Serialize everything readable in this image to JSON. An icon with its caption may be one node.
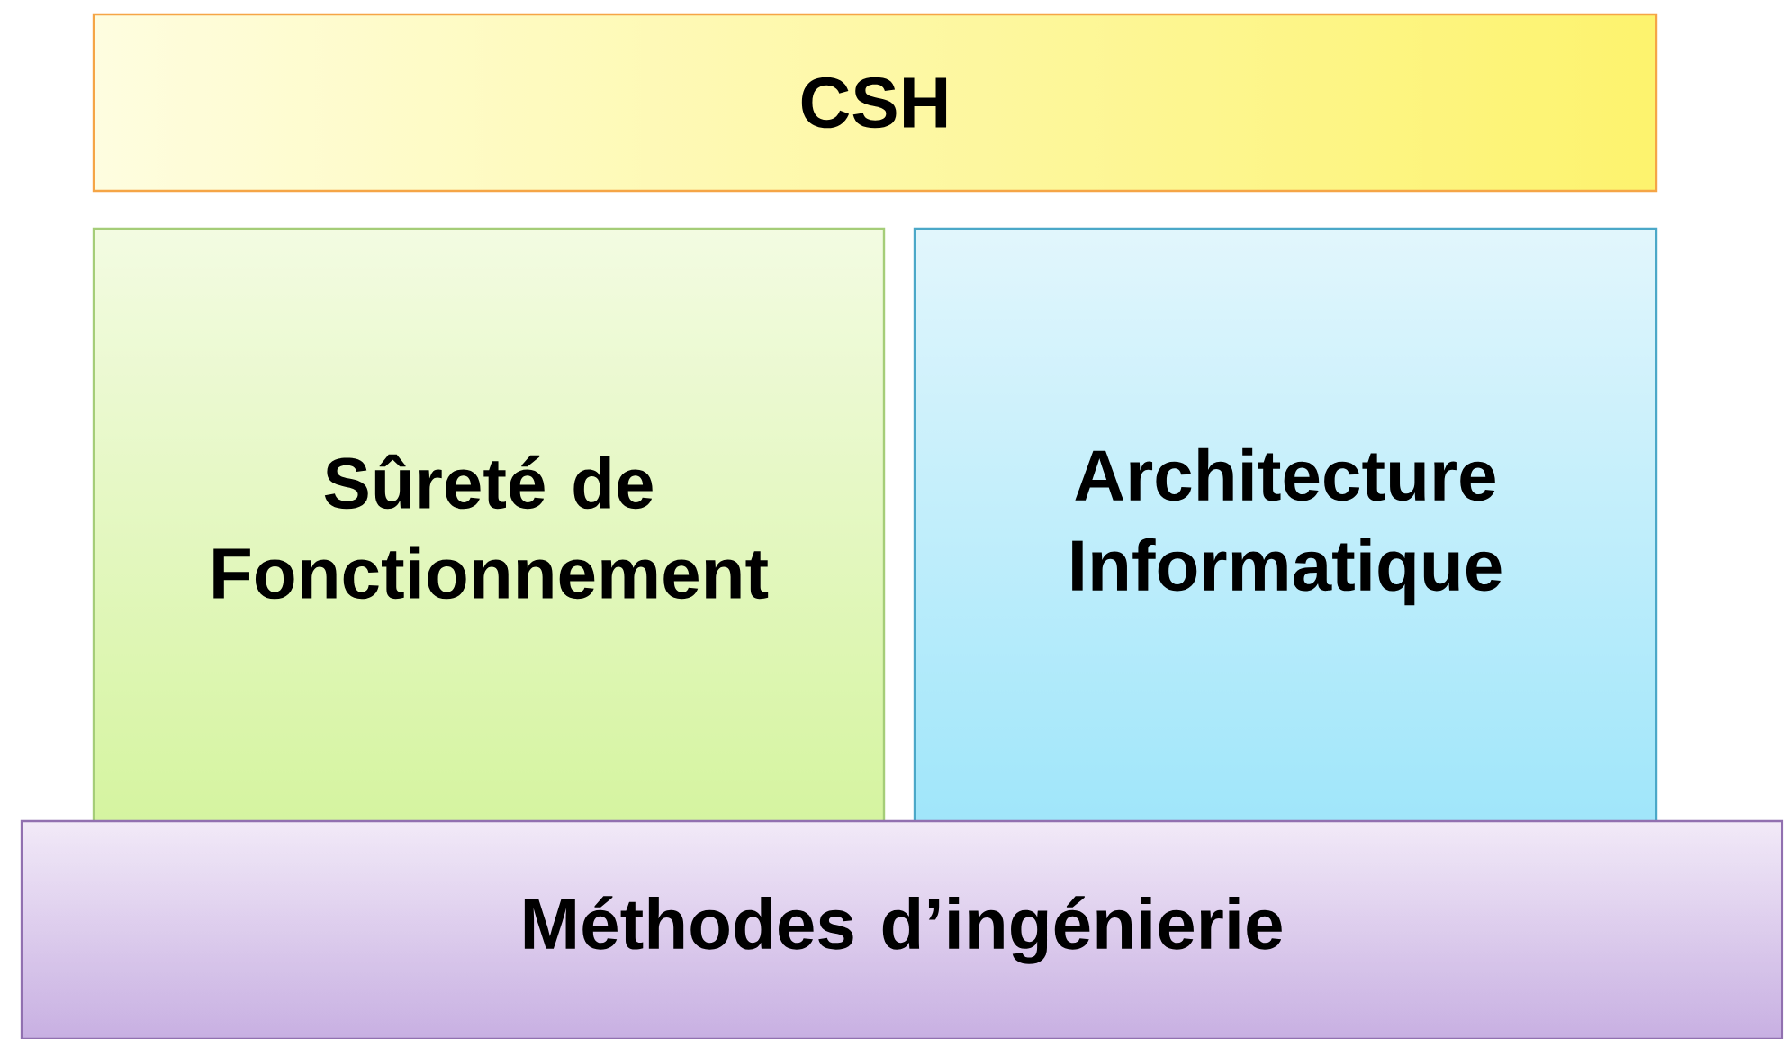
{
  "diagram": {
    "nodes": [
      {
        "text": [
          "CSH"
        ]
      },
      {
        "text": [
          "Sûreté de Fonctionnement"
        ]
      },
      {
        "text": [
          "Architecture Informatique"
        ]
      },
      {
        "text": [
          "Méthodes d’ingénierie"
        ]
      }
    ]
  }
}
